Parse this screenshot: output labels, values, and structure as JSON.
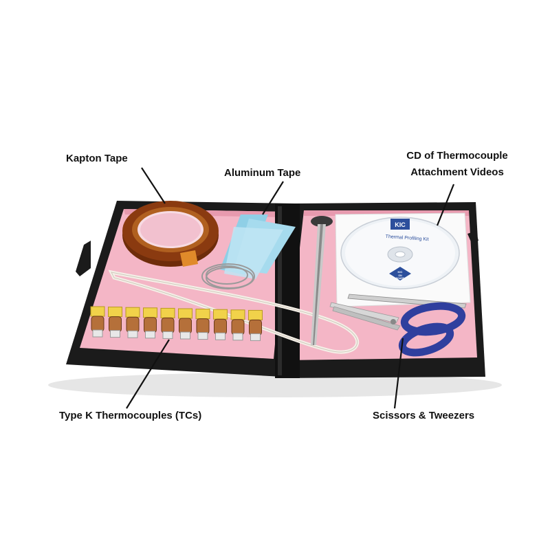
{
  "labels": {
    "kapton": "Kapton Tape",
    "aluminum": "Aluminum Tape",
    "cd_line1": "CD of Thermocouple",
    "cd_line2": "Attachment Videos",
    "thermocouples": "Type K Thermocouples (TCs)",
    "scissors": "Scissors & Tweezers"
  },
  "cd": {
    "logo": "KIC",
    "title": "Thermal Profiling Kit",
    "badge_line1": "KIC",
    "badge_line2": "ON",
    "badge_line3": "BOARD"
  },
  "colors": {
    "case": "#1b1b1b",
    "foam": "#f4b6c6",
    "kapton": "#8a3a10",
    "aluminum_tape": "#9fd8ec",
    "scissors_handle": "#2f3f9e",
    "cd_blue": "#2c4f9c"
  }
}
